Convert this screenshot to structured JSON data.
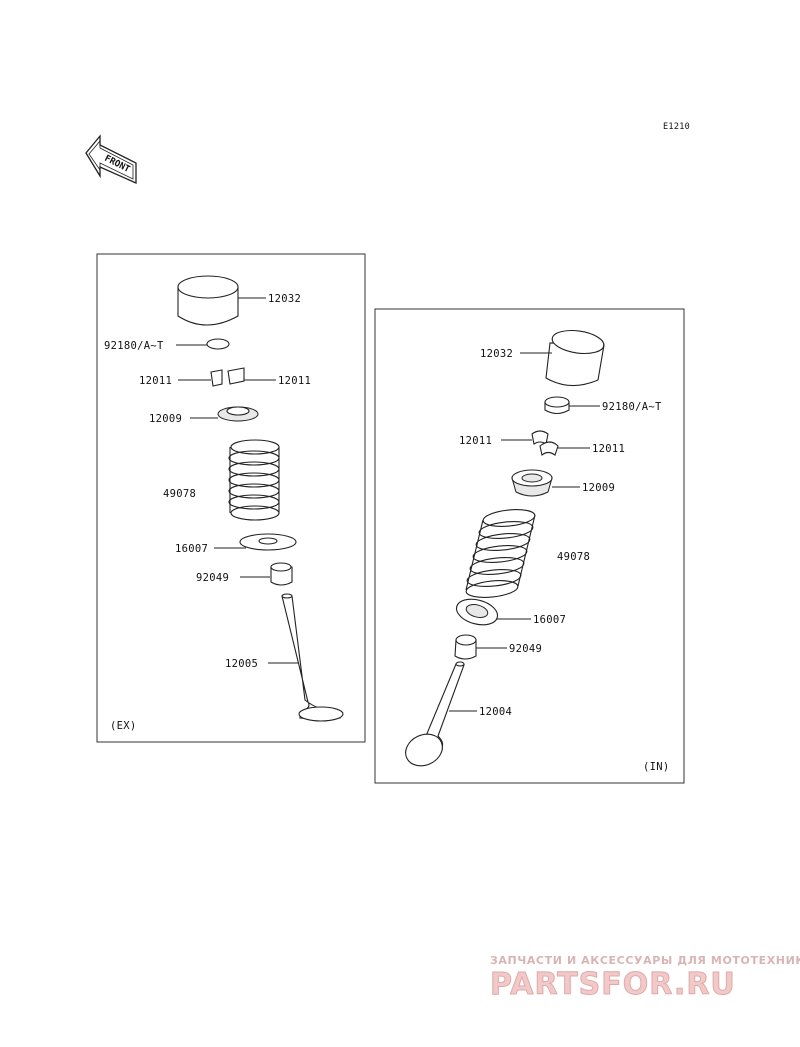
{
  "diagram": {
    "code": "E1210",
    "front_marker": "FRONT",
    "panels": {
      "ex": {
        "tag": "(EX)",
        "labels": {
          "lifter": "12032",
          "shim": "92180/A~T",
          "cotter_left": "12011",
          "cotter_right": "12011",
          "retainer": "12009",
          "spring": "49078",
          "seat": "16007",
          "seal": "92049",
          "valve": "12005"
        }
      },
      "in": {
        "tag": "(IN)",
        "labels": {
          "lifter": "12032",
          "shim": "92180/A~T",
          "cotter_left": "12011",
          "cotter_right": "12011",
          "retainer": "12009",
          "spring": "49078",
          "seat": "16007",
          "seal": "92049",
          "valve": "12004"
        }
      }
    }
  },
  "watermark": {
    "tagline": "ЗАПЧАСТИ И АКСЕССУАРЫ ДЛЯ МОТОТЕХНИКИ",
    "logo": "PARTSFOR.RU"
  },
  "colors": {
    "line": "#222222",
    "watermark": "#e8b3b3"
  }
}
